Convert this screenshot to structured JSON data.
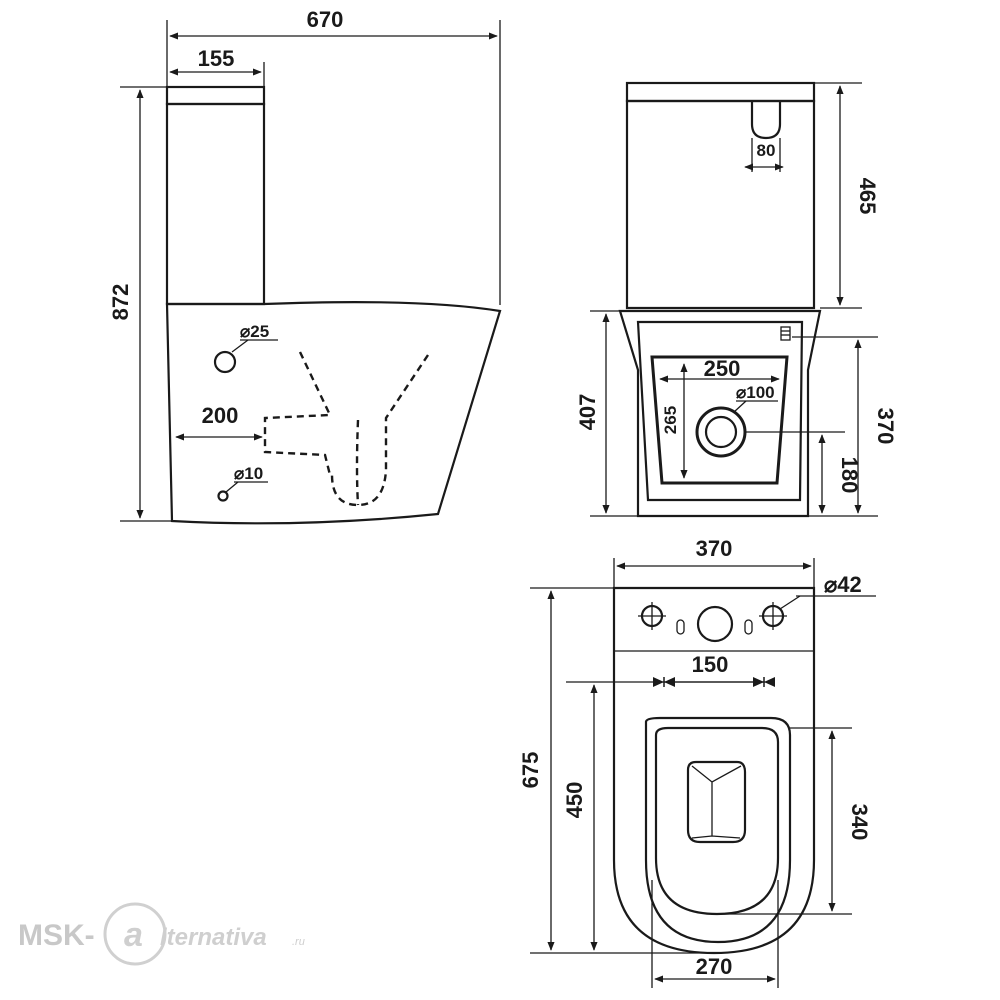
{
  "dimensions": {
    "side": {
      "overall_width": "670",
      "tank_depth": "155",
      "overall_height": "872",
      "outlet_offset": "200",
      "inlet_hole": "⌀25",
      "small_hole": "⌀10"
    },
    "front": {
      "tank_height": "465",
      "button": "80",
      "bowl_height": "407",
      "outlet_width": "250",
      "outlet_height": "265",
      "outlet_diameter": "⌀100",
      "box_height": "370",
      "outlet_center_height": "180"
    },
    "top": {
      "overall_width": "370",
      "mount_hole": "⌀42",
      "hole_spacing": "150",
      "overall_length": "675",
      "bowl_length": "450",
      "seat_length": "340",
      "seat_width": "270"
    }
  },
  "watermark": {
    "brand_left": "MSK-",
    "brand_letter": "a",
    "brand_right": "lternativa",
    "domain": ".ru"
  }
}
